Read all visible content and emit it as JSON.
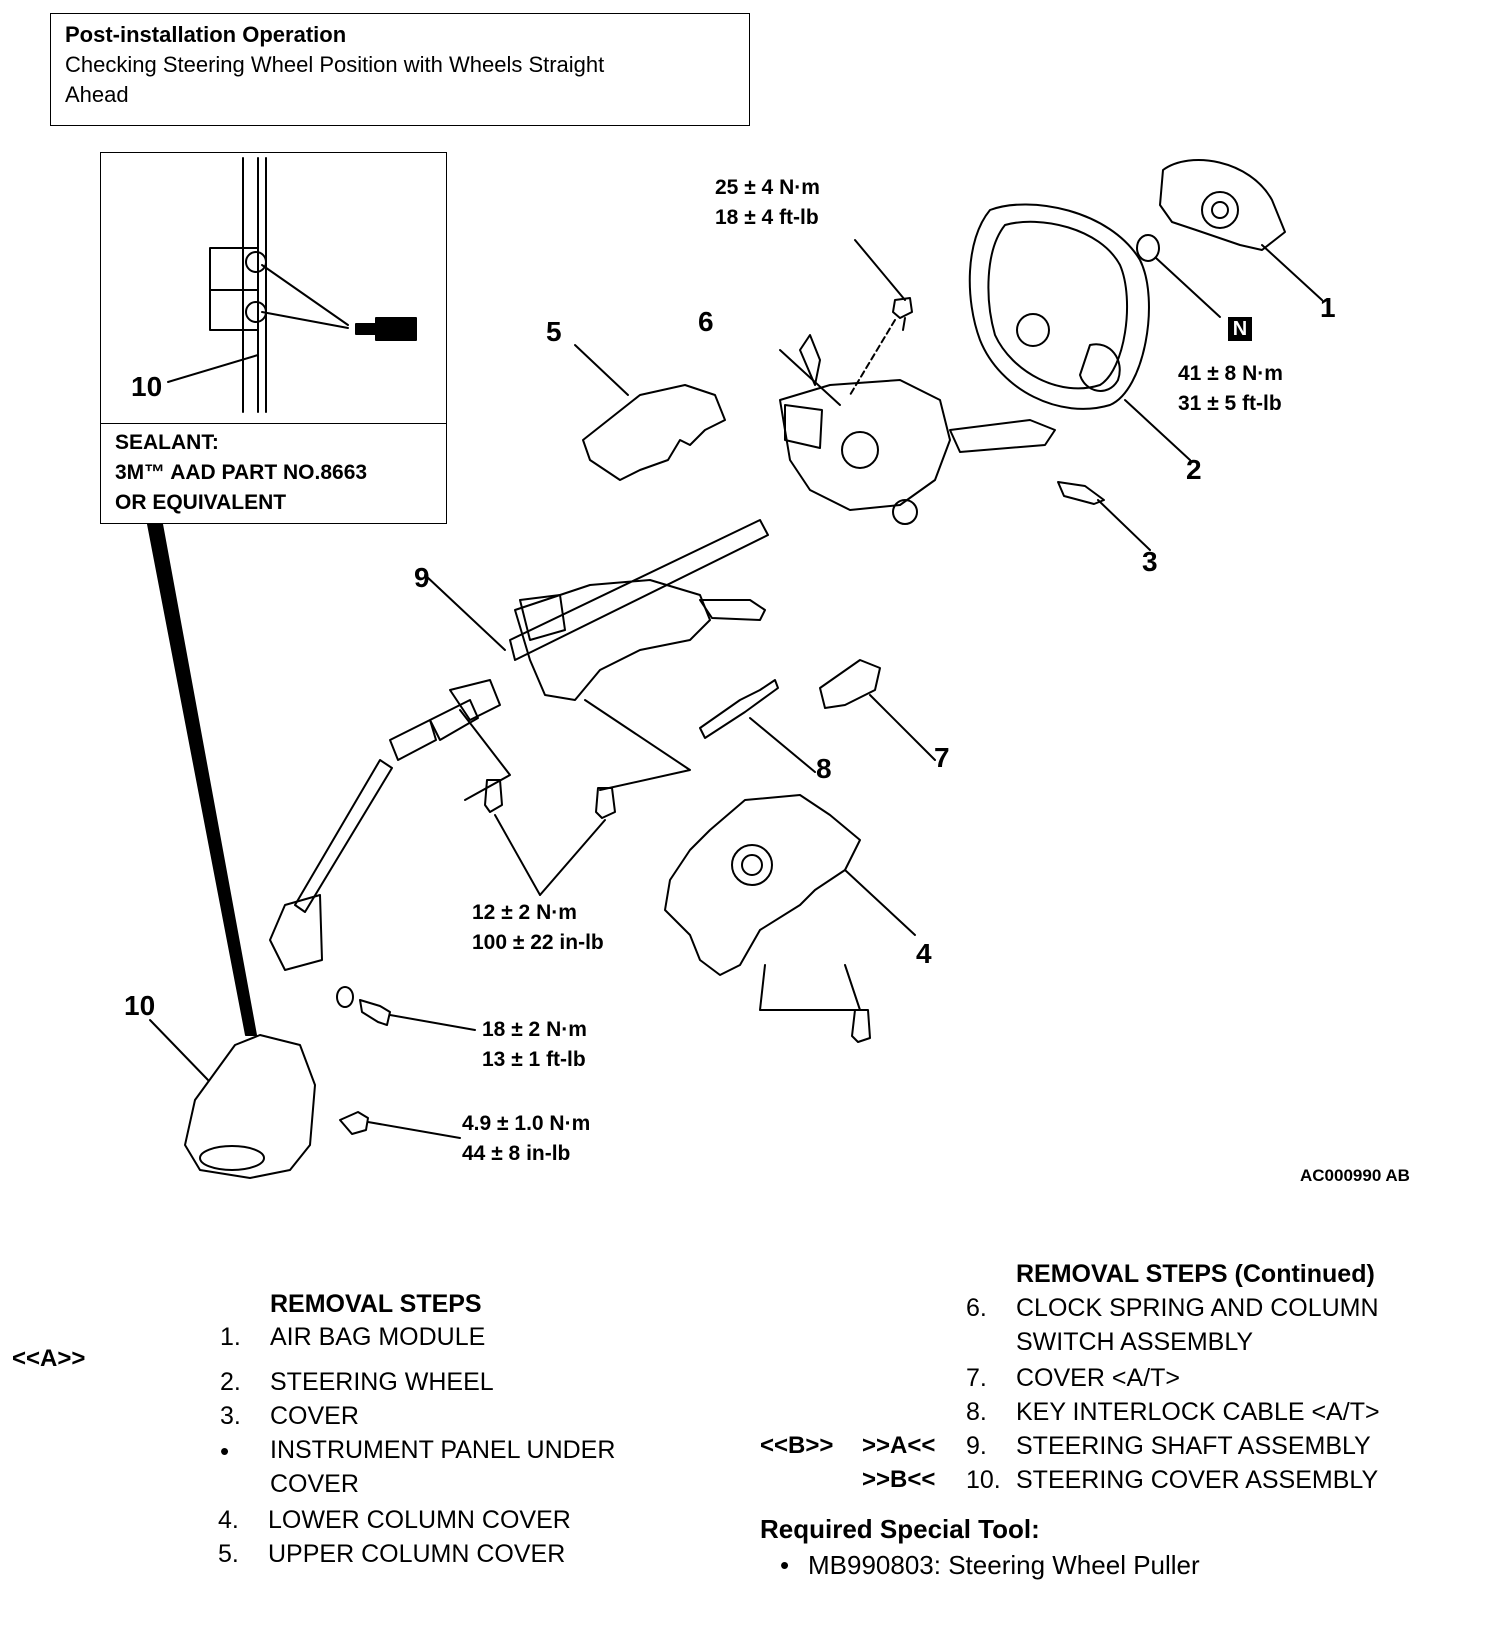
{
  "post_installation": {
    "title": "Post-installation Operation",
    "line1": "Checking Steering Wheel Position with Wheels Straight",
    "line2": "Ahead"
  },
  "inset": {
    "callout": "10",
    "sealant_line1": "SEALANT:",
    "sealant_line2": "3M™ AAD PART NO.8663",
    "sealant_line3": "OR EQUIVALENT"
  },
  "callouts": [
    "1",
    "2",
    "3",
    "4",
    "5",
    "6",
    "7",
    "8",
    "9",
    "10"
  ],
  "n_badge": "N",
  "torques": {
    "t6_nm": "25 ± 4 N·m",
    "t6_ft": "18 ± 4 ft-lb",
    "t2_nm": "41 ± 8 N·m",
    "t2_ft": "31 ± 5 ft-lb",
    "t9_nm": "12 ± 2 N·m",
    "t9_in": "100 ± 22 in-lb",
    "t10a_nm": "18 ± 2 N·m",
    "t10a_ft": "13 ± 1 ft-lb",
    "t10b_nm": "4.9 ± 1.0 N·m",
    "t10b_in": "44 ± 8 in-lb"
  },
  "figure_code": "AC000990 AB",
  "removal_steps": {
    "heading": "REMOVAL STEPS",
    "left_marks": [
      "<<A>>"
    ],
    "items": [
      {
        "num": "1.",
        "label": "AIR BAG MODULE"
      },
      {
        "num": "2.",
        "label": "STEERING WHEEL"
      },
      {
        "num": "3.",
        "label": "COVER"
      },
      {
        "num": "•",
        "label": "INSTRUMENT PANEL UNDER",
        "label2": "COVER"
      },
      {
        "num": "4.",
        "label": "LOWER COLUMN COVER"
      },
      {
        "num": "5.",
        "label": "UPPER COLUMN COVER"
      }
    ]
  },
  "removal_steps_continued": {
    "heading": "REMOVAL STEPS (Continued)",
    "items": [
      {
        "num": "6.",
        "label": "CLOCK SPRING AND COLUMN",
        "label2": "SWITCH ASSEMBLY"
      },
      {
        "num": "7.",
        "label": "COVER <A/T>"
      },
      {
        "num": "8.",
        "label": "KEY INTERLOCK CABLE <A/T>"
      },
      {
        "num": "9.",
        "label": "STEERING SHAFT ASSEMBLY",
        "mark1": "<<B>>",
        "mark2": ">>A<<"
      },
      {
        "num": "10.",
        "label": "STEERING COVER ASSEMBLY",
        "mark2": ">>B<<"
      }
    ]
  },
  "special_tool": {
    "heading": "Required Special Tool:",
    "bullet": "•",
    "item": "MB990803: Steering Wheel Puller"
  }
}
